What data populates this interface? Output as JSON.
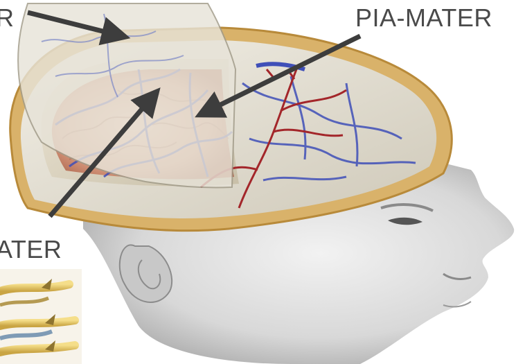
{
  "labels": {
    "top_left": "R",
    "pia_mater": "PIA-MATER",
    "left_middle": "ATER"
  },
  "arrows": [
    {
      "name": "dura-mater-arrow",
      "points_to": "dura-mater-flap"
    },
    {
      "name": "pia-mater-arrow",
      "points_to": "pia-mater-layer"
    },
    {
      "name": "arachnoid-mater-arrow",
      "points_to": "arachnoid-layer"
    }
  ],
  "colors": {
    "arrow": "#3d3d3d",
    "label_text": "#4a4a4a",
    "skin": "#d9d9d9",
    "skull_bone": "#d9b26a",
    "brain": "#e8b49c",
    "vessels": "#3f4fb8",
    "artery": "#a3262a",
    "dura": "#e6e2d8",
    "nerve": "#e3c25a"
  }
}
